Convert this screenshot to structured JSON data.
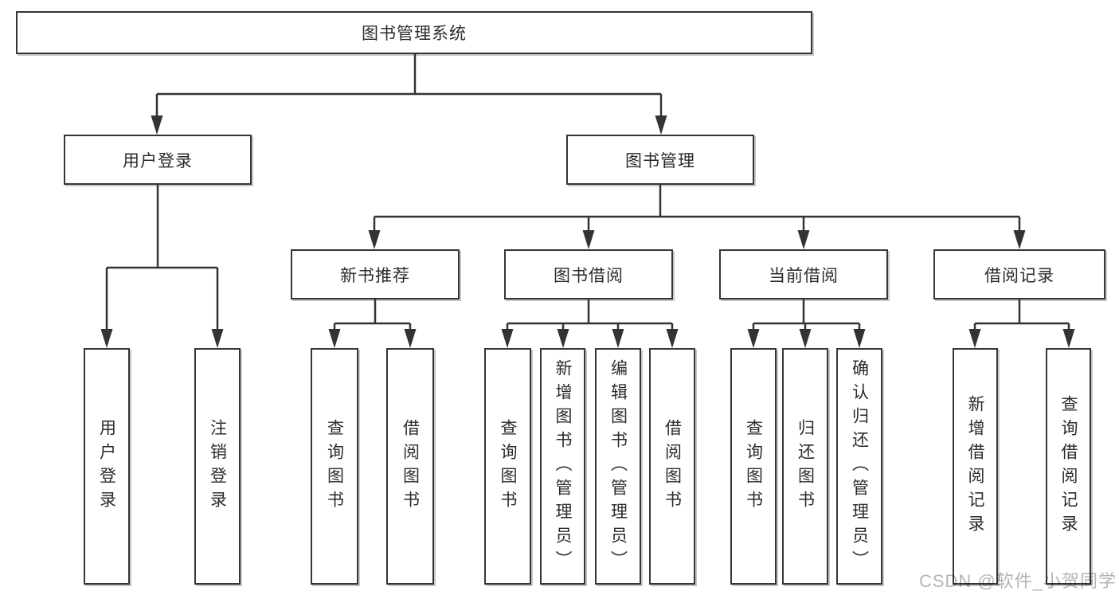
{
  "diagram_title": "图书管理系统",
  "tree": {
    "root": {
      "label": "图书管理系统"
    },
    "branches": [
      {
        "label": "用户登录",
        "children": [
          {
            "label": "用户登录"
          },
          {
            "label": "注销登录"
          }
        ]
      },
      {
        "label": "图书管理",
        "children": [
          {
            "label": "新书推荐",
            "children": [
              {
                "label": "查询图书"
              },
              {
                "label": "借阅图书"
              }
            ]
          },
          {
            "label": "图书借阅",
            "children": [
              {
                "label": "查询图书"
              },
              {
                "label": "新增图书（管理员）"
              },
              {
                "label": "编辑图书（管理员）"
              },
              {
                "label": "借阅图书"
              }
            ]
          },
          {
            "label": "当前借阅",
            "children": [
              {
                "label": "查询图书"
              },
              {
                "label": "归还图书"
              },
              {
                "label": "确认归还（管理员）"
              }
            ]
          },
          {
            "label": "借阅记录",
            "children": [
              {
                "label": "新增借阅记录"
              },
              {
                "label": "查询借阅记录"
              }
            ]
          }
        ]
      }
    ]
  },
  "watermark": "CSDN @软件_小贺同学",
  "style": {
    "line_color": "#333333",
    "box_bg": "#ffffff",
    "text_color": "#2b2b2b",
    "watermark_color": "#b5b5b5"
  }
}
